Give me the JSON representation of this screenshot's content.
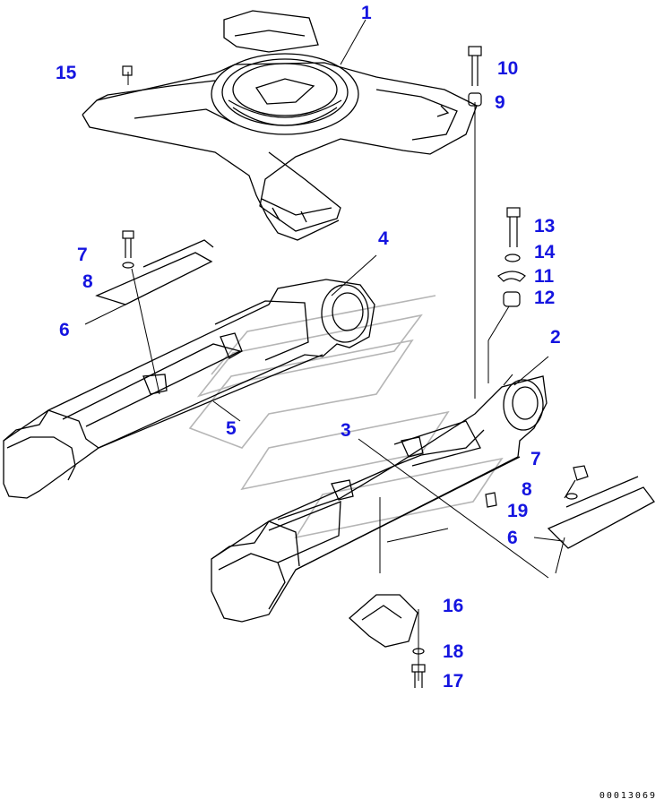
{
  "colors": {
    "callout": "#1515e0",
    "line": "#000000",
    "watermark": "#b5b5b5"
  },
  "callouts": [
    "1",
    "2",
    "3",
    "4",
    "5",
    "6",
    "6",
    "7",
    "7",
    "8",
    "8",
    "9",
    "10",
    "11",
    "12",
    "13",
    "14",
    "15",
    "16",
    "17",
    "18",
    "19"
  ],
  "drawing_code": "00013069"
}
